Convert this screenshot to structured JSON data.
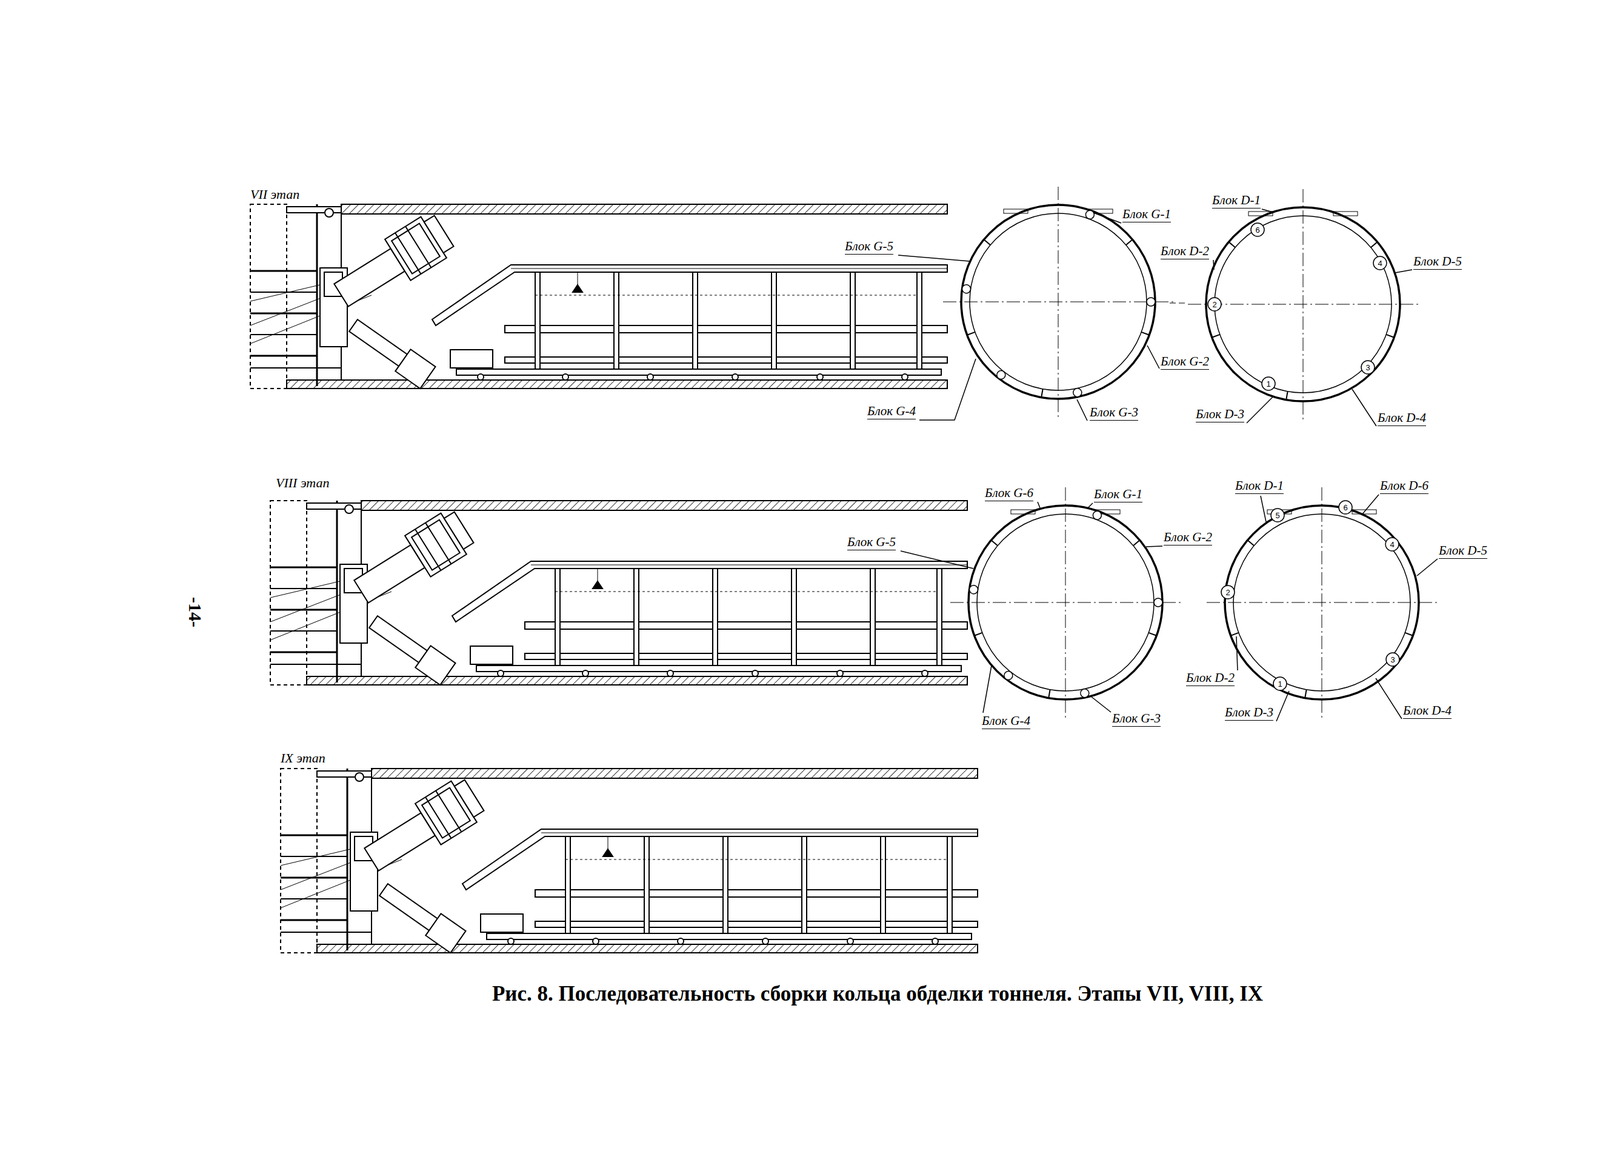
{
  "diagram": {
    "caption": "Рис. 8. Последовательность сборки кольца обделки тоннеля. Этапы VII, VIII, IX",
    "labels": [
      "VII этап",
      "VIII этап",
      "IX этап",
      "-14-",
      "Блок G-1",
      "Блок G-5",
      "Блок G-2",
      "Блок G-4",
      "Блок G-3",
      "Блок D-1",
      "Блок D-2",
      "Блок D-5",
      "Блок D-3",
      "Блок D-4",
      "6",
      "2",
      "4",
      "3",
      "1",
      "Блок G-6",
      "Блок G-1",
      "Блок G-5",
      "Блок G-2",
      "Блок G-4",
      "Блок G-3",
      "Блок D-1",
      "Блок D-6",
      "Блок D-5",
      "Блок D-2",
      "Блок D-3",
      "Блок D-4",
      "5",
      "6",
      "4",
      "2",
      "3",
      "1"
    ]
  }
}
